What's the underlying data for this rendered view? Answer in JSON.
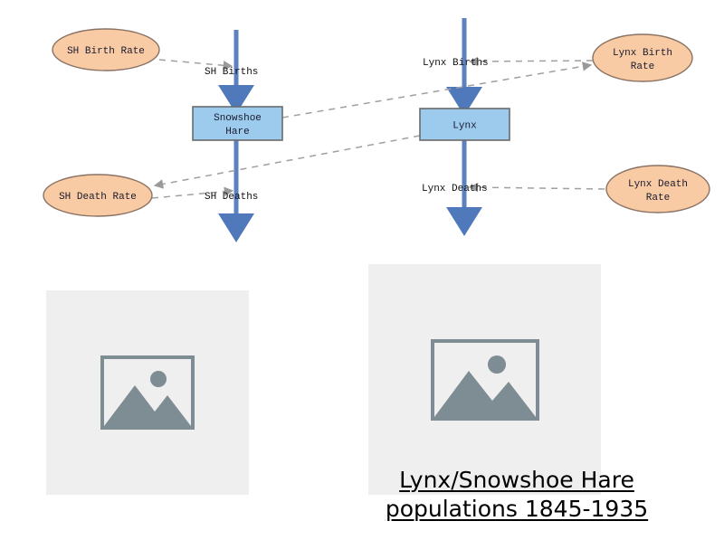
{
  "slide": {
    "background_color": "#ffffff",
    "stock_fill_color": "#9dcbee",
    "stock_stroke_color": "#6a6a6a",
    "rate_fill_color": "#f9cba4",
    "rate_stroke_color": "#8a7264",
    "flow_arrow_color": "#5b82bf",
    "influence_line_color": "#a0a0a0",
    "placeholder_fill_color": "#efefef",
    "placeholder_icon_color": "#7e8c93"
  },
  "diagram": {
    "stocks": [
      {
        "id": "snowshoe-hare",
        "label_line1": "Snowshoe",
        "label_line2": "Hare"
      },
      {
        "id": "lynx",
        "label_line1": "Lynx",
        "label_line2": ""
      }
    ],
    "rates": [
      {
        "id": "sh-birth-rate",
        "label_line1": "SH Birth Rate",
        "label_line2": ""
      },
      {
        "id": "sh-death-rate",
        "label_line1": "SH Death Rate",
        "label_line2": ""
      },
      {
        "id": "lynx-birth-rate",
        "label_line1": "Lynx Birth",
        "label_line2": "Rate"
      },
      {
        "id": "lynx-death-rate",
        "label_line1": "Lynx Death",
        "label_line2": "Rate"
      }
    ],
    "flows": [
      {
        "id": "sh-births",
        "label": "SH Births"
      },
      {
        "id": "sh-deaths",
        "label": "SH Deaths"
      },
      {
        "id": "lynx-births",
        "label": "Lynx Births"
      },
      {
        "id": "lynx-deaths",
        "label": "Lynx Deaths"
      }
    ]
  },
  "media": {
    "left_image": {
      "icon": "image-placeholder-icon",
      "alt": ""
    },
    "right_image": {
      "icon": "image-placeholder-icon",
      "alt": ""
    }
  },
  "caption": {
    "line1": "Lynx/Snowshoe Hare",
    "line2": "populations 1845-1935"
  }
}
